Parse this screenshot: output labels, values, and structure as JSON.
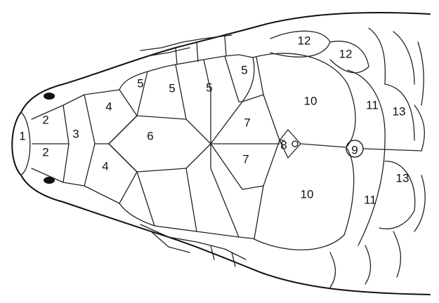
{
  "labels": [
    {
      "id": "s1",
      "text": "1"
    },
    {
      "id": "s2a",
      "text": "2"
    },
    {
      "id": "s2b",
      "text": "2"
    },
    {
      "id": "s3",
      "text": "3"
    },
    {
      "id": "s4a",
      "text": "4"
    },
    {
      "id": "s4b",
      "text": "4"
    },
    {
      "id": "s5a",
      "text": "5"
    },
    {
      "id": "s5b",
      "text": "5"
    },
    {
      "id": "s5c",
      "text": "5"
    },
    {
      "id": "s5d",
      "text": "5"
    },
    {
      "id": "s6",
      "text": "6"
    },
    {
      "id": "s7a",
      "text": "7"
    },
    {
      "id": "s7b",
      "text": "7"
    },
    {
      "id": "s8",
      "text": "8"
    },
    {
      "id": "s9",
      "text": "9"
    },
    {
      "id": "s10a",
      "text": "10"
    },
    {
      "id": "s10b",
      "text": "10"
    },
    {
      "id": "s11a",
      "text": "11"
    },
    {
      "id": "s11b",
      "text": "11"
    },
    {
      "id": "s12a",
      "text": "12"
    },
    {
      "id": "s12b",
      "text": "12"
    },
    {
      "id": "s13a",
      "text": "13"
    },
    {
      "id": "s13b",
      "text": "13"
    }
  ]
}
